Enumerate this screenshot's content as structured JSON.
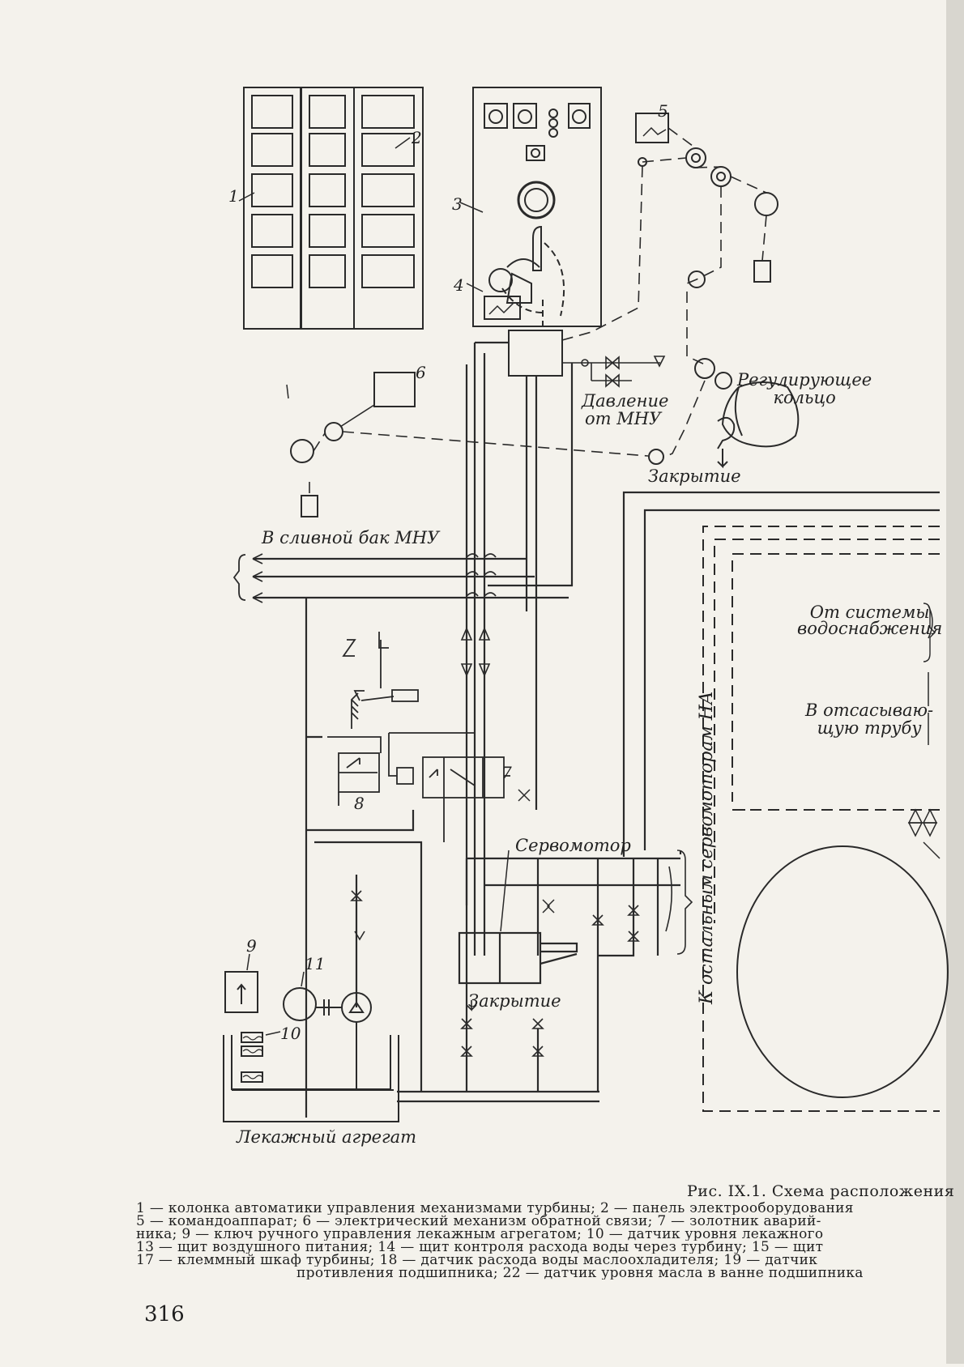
{
  "labels": {
    "n1": "1",
    "n2": "2",
    "n3": "3",
    "n4": "4",
    "n5": "5",
    "n6": "6",
    "n7": "7",
    "n8": "8",
    "n9": "9",
    "n10": "10",
    "n11": "11",
    "regulating_ring": [
      "Регулирующее",
      "кольцо"
    ],
    "pressure_from": [
      "Давление",
      "от МНУ"
    ],
    "closing_top": "Закрытие",
    "drain_tank": "В сливной бак МНУ",
    "water_supply": [
      "От системы",
      "водоснабжения"
    ],
    "suction_pipe": [
      "В отсасываю-",
      "щую трубу"
    ],
    "servomotor": "Сервомотор",
    "closing_bottom": "Закрытие",
    "to_servomotors": "К остальным сервомоторам НА",
    "leakage_unit": "Лекажный агрегат"
  },
  "caption": {
    "title": "Рис. IX.1. Схема расположения",
    "lines": [
      "1 — колонка автоматики управления механизмами турбины; 2 — панель электрооборудования",
      "5 — командоаппарат; 6 — электрический механизм обратной связи; 7 — золотник аварий-",
      "ника; 9 — ключ ручного управления лекажным агрегатом; 10 — датчик уровня лекажного",
      "13 — щит воздушного питания; 14 — щит контроля расхода воды через турбину; 15 — щит",
      "17 — клеммный шкаф турбины; 18 — датчик расхода воды маслоохладителя; 19 — датчик",
      "противления подшипника; 22 — датчик уровня масла в ванне подшипника"
    ]
  },
  "page_number": "316"
}
